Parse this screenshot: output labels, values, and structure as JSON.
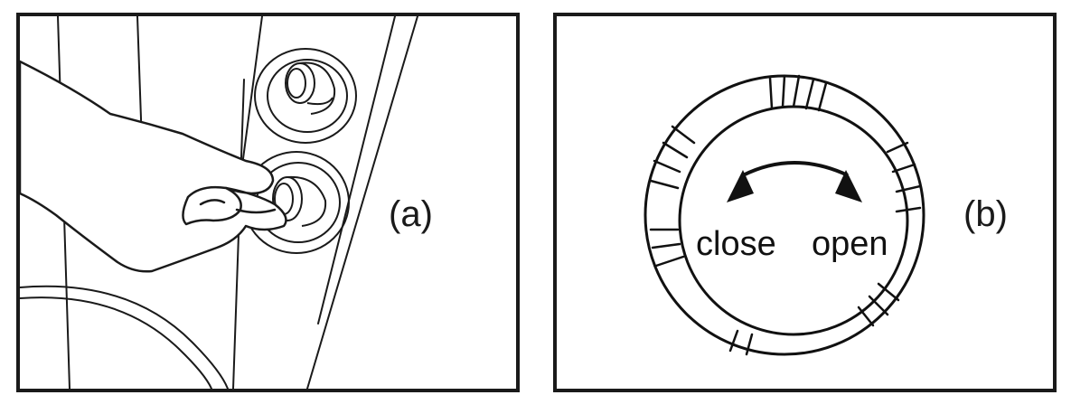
{
  "panel_a": {
    "label": "(a)"
  },
  "panel_b": {
    "label": "(b)",
    "close_text": "close",
    "open_text": "open"
  },
  "colors": {
    "ink": "#1a1a1a",
    "paper": "#ffffff"
  }
}
